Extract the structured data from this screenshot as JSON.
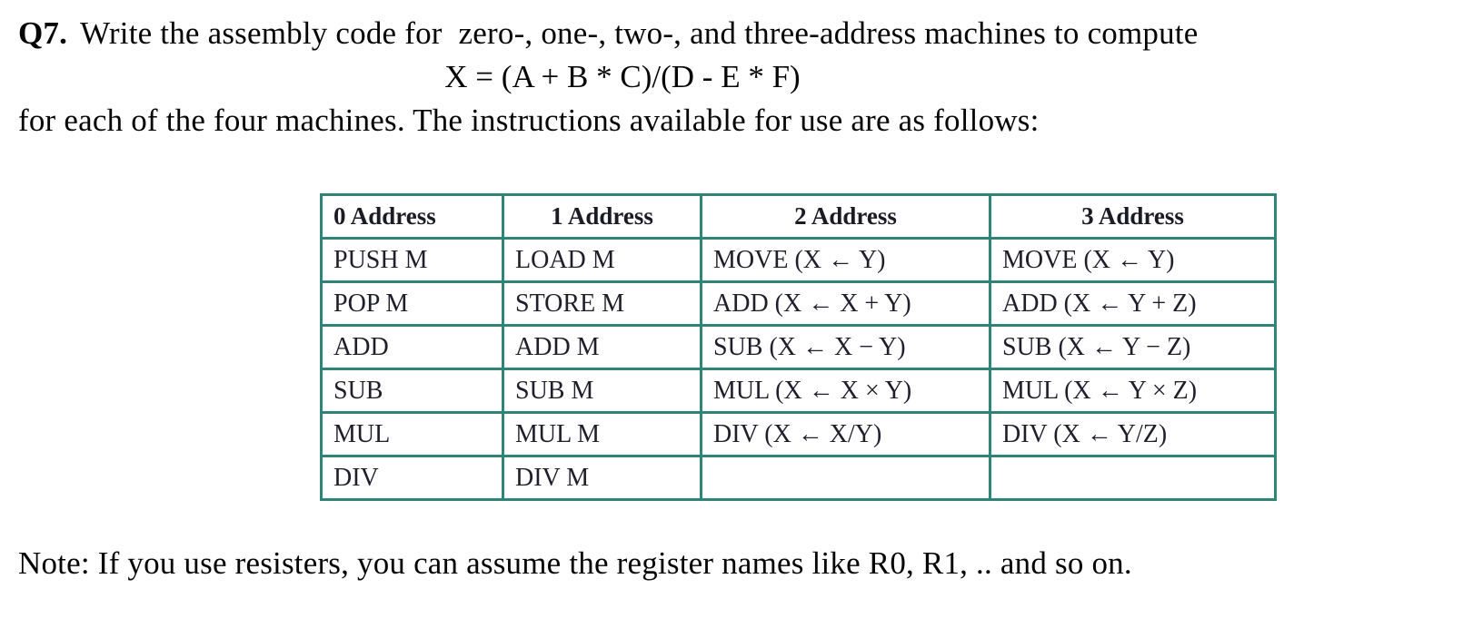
{
  "question": {
    "number": "Q7.",
    "intro": "Write the assembly code for  zero-, one-, two-, and three-address machines to compute",
    "formula": "X = (A + B * C)/(D - E * F)",
    "continuation": "for each of the four machines. The instructions available for use are as follows:"
  },
  "table": {
    "border_color": "#2e8577",
    "headers": [
      "0 Address",
      "1 Address",
      "2 Address",
      "3 Address"
    ],
    "rows": [
      [
        "PUSH M",
        "LOAD M",
        "MOVE (X ← Y)",
        "MOVE (X ← Y)"
      ],
      [
        "POP M",
        "STORE M",
        "ADD (X ← X + Y)",
        "ADD (X ← Y + Z)"
      ],
      [
        "ADD",
        "ADD M",
        "SUB (X ← X − Y)",
        "SUB (X ← Y − Z)"
      ],
      [
        "SUB",
        "SUB M",
        "MUL (X ← X × Y)",
        "MUL (X ← Y × Z)"
      ],
      [
        "MUL",
        "MUL M",
        "DIV (X ← X/Y)",
        "DIV (X ← Y/Z)"
      ],
      [
        "DIV",
        "DIV M",
        "",
        ""
      ]
    ]
  },
  "note": "Note: If you use resisters, you can assume the register names like R0, R1, .. and so on."
}
